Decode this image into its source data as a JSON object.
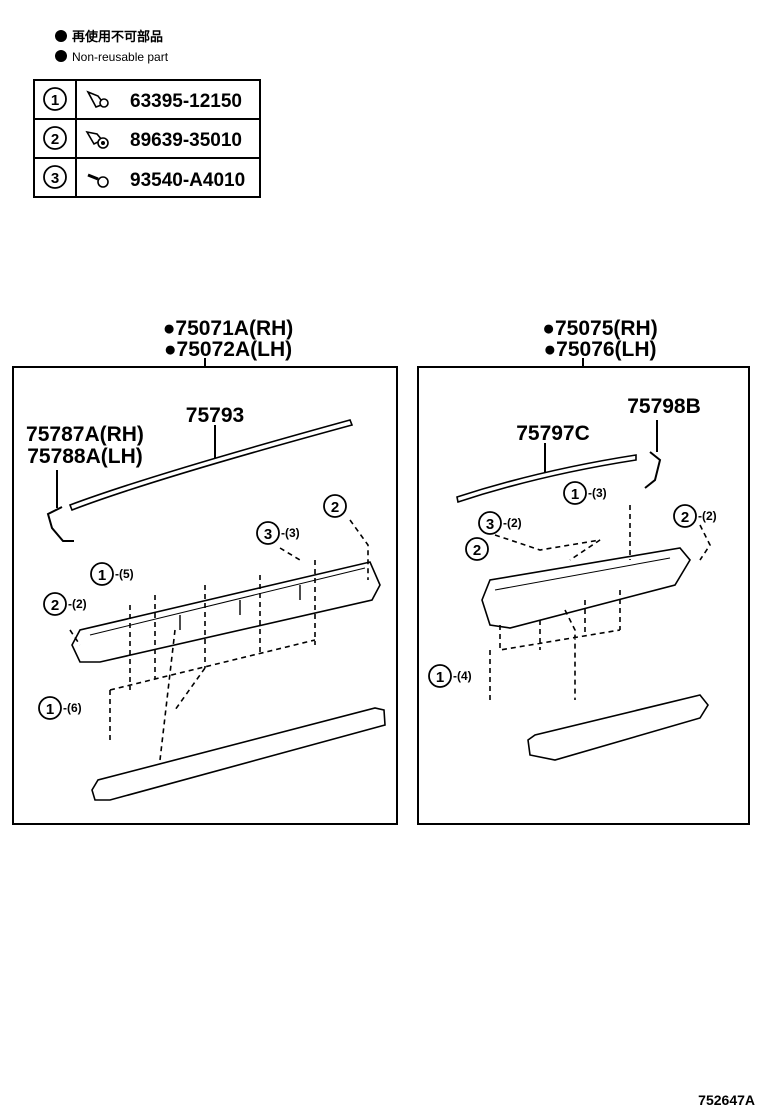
{
  "legend": {
    "japanese": "再使用不可部品",
    "english": "Non-reusable part"
  },
  "parts_table": [
    {
      "ref": "1",
      "icon": "clip-icon",
      "part_no": "63395-12150"
    },
    {
      "ref": "2",
      "icon": "clip-washer-icon",
      "part_no": "89639-35010"
    },
    {
      "ref": "3",
      "icon": "screw-icon",
      "part_no": "93540-A4010"
    }
  ],
  "left_assembly": {
    "rh": "●75071A(RH)",
    "lh": "●75072A(LH)",
    "strip": "75793",
    "end_rh": "75787A(RH)",
    "end_lh": "75788A(LH)",
    "callouts": [
      {
        "ref": "1",
        "qty": "-(5)"
      },
      {
        "ref": "2",
        "qty": "-(2)"
      },
      {
        "ref": "3",
        "qty": "-(3)"
      },
      {
        "ref": "2",
        "qty": ""
      },
      {
        "ref": "1",
        "qty": "-(6)"
      }
    ]
  },
  "right_assembly": {
    "rh": "●75075(RH)",
    "lh": "●75076(LH)",
    "strip": "75797C",
    "end": "75798B",
    "callouts": [
      {
        "ref": "1",
        "qty": "-(3)"
      },
      {
        "ref": "3",
        "qty": "-(2)"
      },
      {
        "ref": "2",
        "qty": ""
      },
      {
        "ref": "2",
        "qty": "-(2)"
      },
      {
        "ref": "1",
        "qty": "-(4)"
      }
    ]
  },
  "figure_id": "752647A"
}
